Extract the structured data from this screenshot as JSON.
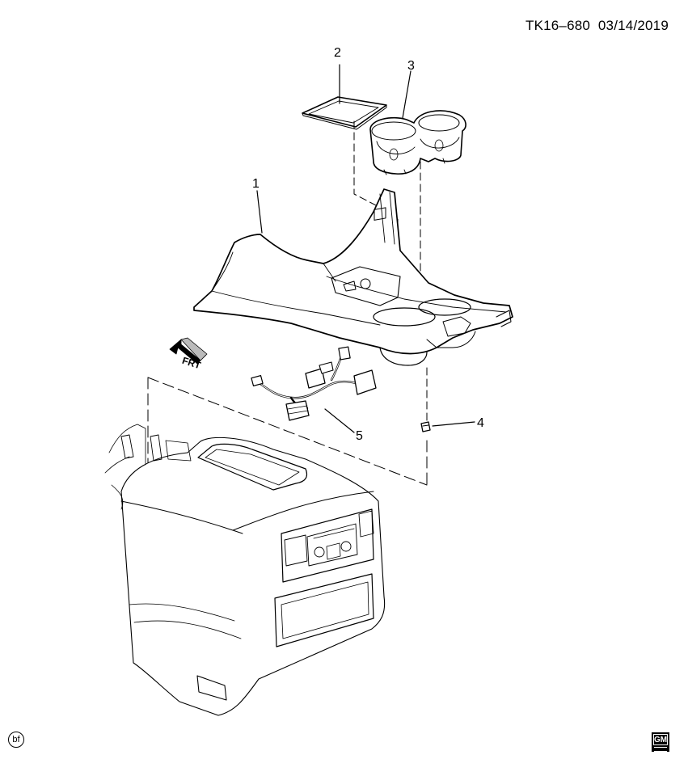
{
  "header": {
    "illustration_code": "TK16–680",
    "date": "03/14/2019"
  },
  "callouts": {
    "c1": "1",
    "c2": "2",
    "c3": "3",
    "c4": "4",
    "c5": "5"
  },
  "direction_arrow": {
    "label": "FRT"
  },
  "footer": {
    "badge": "bf",
    "logo_text": "GM"
  }
}
